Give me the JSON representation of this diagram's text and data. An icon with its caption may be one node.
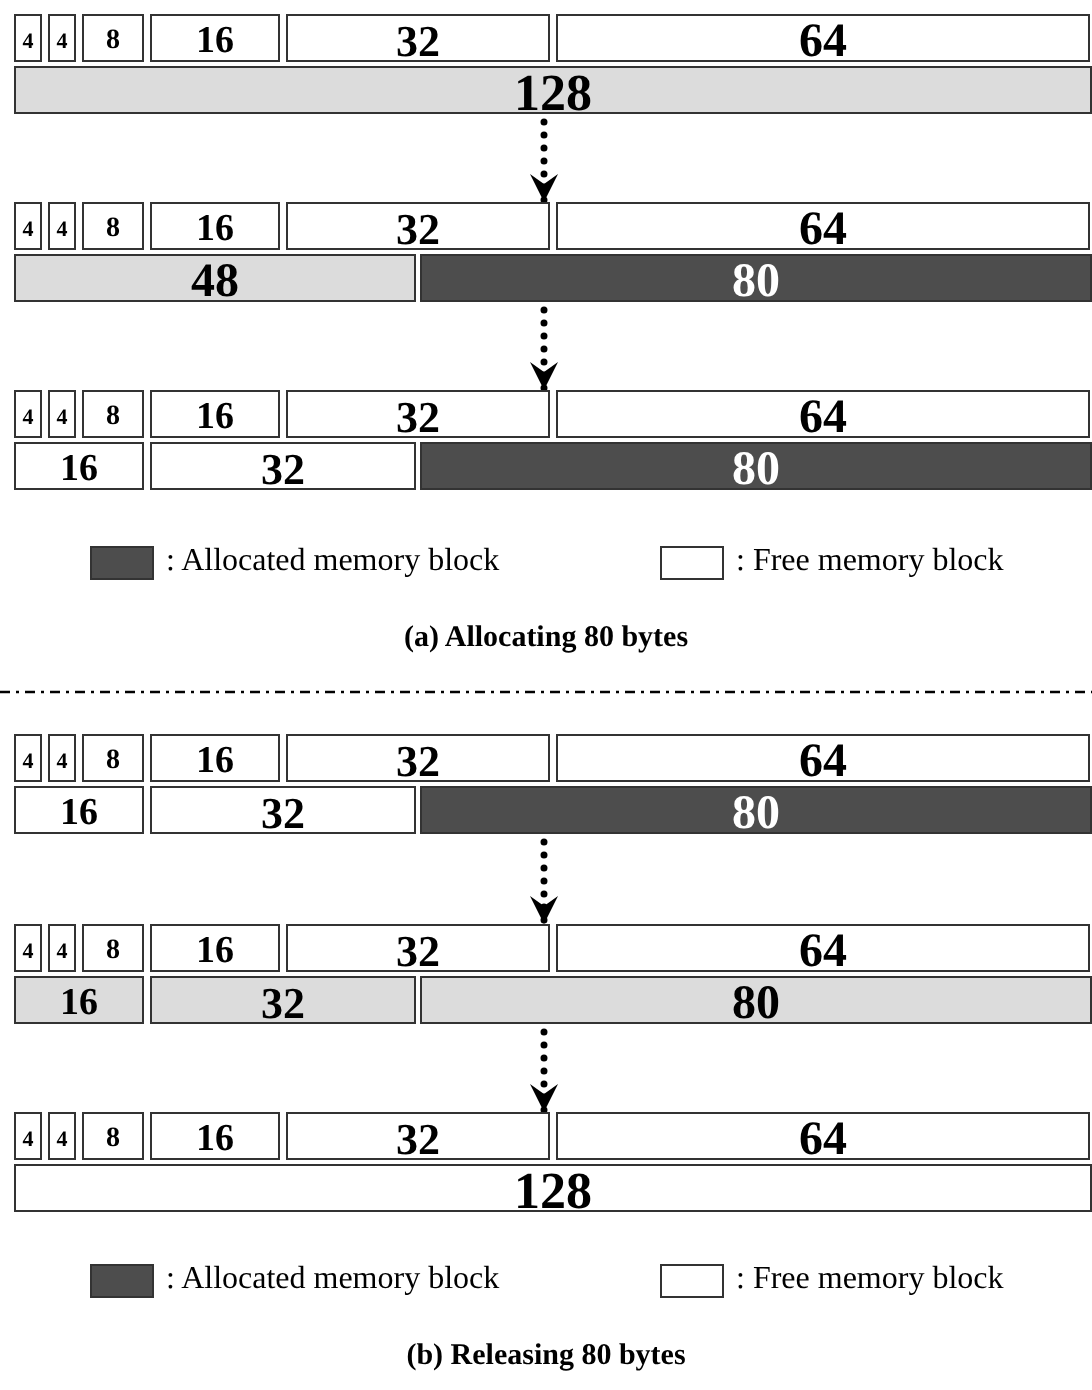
{
  "diagram": {
    "nodes": [
      {
        "text": [
          "4"
        ]
      },
      {
        "text": [
          "4"
        ]
      },
      {
        "text": [
          "8"
        ]
      },
      {
        "text": [
          "16"
        ]
      },
      {
        "text": [
          "32"
        ]
      },
      {
        "text": [
          "64"
        ]
      },
      {
        "text": [
          "128"
        ]
      },
      {
        "text": [
          "4"
        ]
      },
      {
        "text": [
          "4"
        ]
      },
      {
        "text": [
          "8"
        ]
      },
      {
        "text": [
          "16"
        ]
      },
      {
        "text": [
          "32"
        ]
      },
      {
        "text": [
          "64"
        ]
      },
      {
        "text": [
          "48"
        ]
      },
      {
        "text": [
          "80"
        ]
      },
      {
        "text": [
          "4"
        ]
      },
      {
        "text": [
          "4"
        ]
      },
      {
        "text": [
          "8"
        ]
      },
      {
        "text": [
          "16"
        ]
      },
      {
        "text": [
          "32"
        ]
      },
      {
        "text": [
          "64"
        ]
      },
      {
        "text": [
          "16"
        ]
      },
      {
        "text": [
          "32"
        ]
      },
      {
        "text": [
          "80"
        ]
      },
      {
        "text": [
          "4"
        ]
      },
      {
        "text": [
          "4"
        ]
      },
      {
        "text": [
          "8"
        ]
      },
      {
        "text": [
          "16"
        ]
      },
      {
        "text": [
          "32"
        ]
      },
      {
        "text": [
          "64"
        ]
      },
      {
        "text": [
          "16"
        ]
      },
      {
        "text": [
          "32"
        ]
      },
      {
        "text": [
          "80"
        ]
      },
      {
        "text": [
          "4"
        ]
      },
      {
        "text": [
          "4"
        ]
      },
      {
        "text": [
          "8"
        ]
      },
      {
        "text": [
          "16"
        ]
      },
      {
        "text": [
          "32"
        ]
      },
      {
        "text": [
          "64"
        ]
      },
      {
        "text": [
          "16"
        ]
      },
      {
        "text": [
          "32"
        ]
      },
      {
        "text": [
          "80"
        ]
      },
      {
        "text": [
          "4"
        ]
      },
      {
        "text": [
          "4"
        ]
      },
      {
        "text": [
          "8"
        ]
      },
      {
        "text": [
          "16"
        ]
      },
      {
        "text": [
          "32"
        ]
      },
      {
        "text": [
          "64"
        ]
      },
      {
        "text": [
          "128"
        ]
      }
    ],
    "edges": [
      {
        "from": 6,
        "to": 11,
        "arrow": "to",
        "style": "dashed"
      },
      {
        "from": 14,
        "to": 19,
        "arrow": "to",
        "style": "dashed"
      },
      {
        "from": 32,
        "to": 37,
        "arrow": "to",
        "style": "dashed"
      },
      {
        "from": 41,
        "to": 46,
        "arrow": "to",
        "style": "dashed"
      }
    ],
    "labels": [
      "(a) Allocating 80 bytes",
      "(b) Releasing 80 bytes"
    ],
    "legend": [
      {
        "text": ": Allocated memory block",
        "color": "#4d4d4d"
      },
      {
        "text": ": Free memory block",
        "color": "#ffffff"
      },
      {
        "text": ": Allocated memory block",
        "color": "#4d4d4d"
      },
      {
        "text": ": Free memory block",
        "color": "#ffffff"
      }
    ]
  }
}
